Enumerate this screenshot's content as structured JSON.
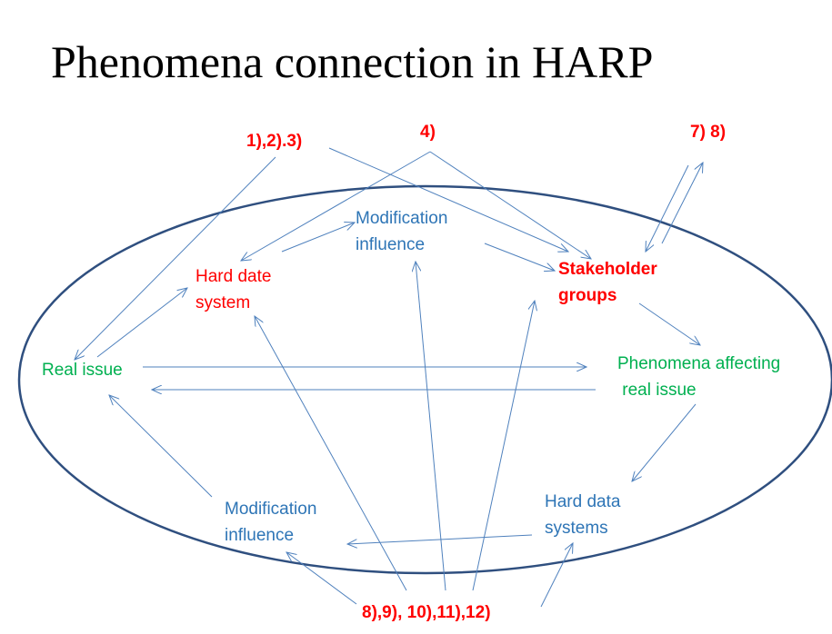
{
  "title": "Phenomena connection in HARP",
  "colors": {
    "blue_text": "#2e75b6",
    "red_text": "#ff0000",
    "green_text": "#00b050",
    "ellipse_stroke": "#2f4f7f",
    "arrow": "#4f81bd"
  },
  "nodes": {
    "real_issue": "Real issue",
    "hard_date_system": [
      "Hard date",
      "system"
    ],
    "modification_influence_top": [
      "Modification",
      "influence"
    ],
    "stakeholder_groups": [
      "Stakeholder",
      "groups"
    ],
    "phenomena_affecting": [
      "Phenomena affecting",
      " real issue"
    ],
    "hard_data_systems": [
      "Hard data",
      "systems"
    ],
    "modification_influence_bottom": [
      "Modification",
      "influence"
    ]
  },
  "references": {
    "ref_1_2_3": "1),2).3)",
    "ref_4": "4)",
    "ref_7_8": "7) 8)",
    "ref_8_12": "8),9), 10),11),12)"
  }
}
